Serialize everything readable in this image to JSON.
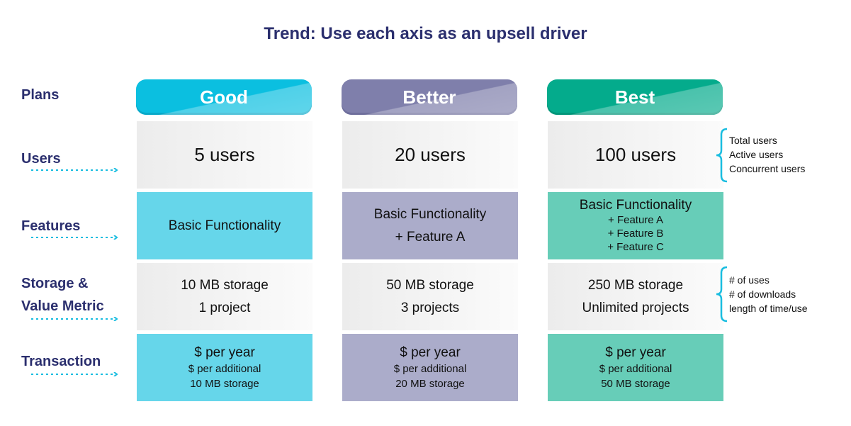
{
  "title": "Trend: Use each axis as an upsell driver",
  "row_labels": {
    "plans": "Plans",
    "users": "Users",
    "features": "Features",
    "storage_line1": "Storage &",
    "storage_line2": "Value Metric",
    "transaction": "Transaction"
  },
  "plans": [
    {
      "name": "Good",
      "color": "#0bbfe0",
      "users": "5 users",
      "features": [
        "Basic Functionality"
      ],
      "storage": [
        "10 MB storage",
        "1 project"
      ],
      "transaction": [
        "$ per year",
        "$ per additional",
        "10 MB storage"
      ]
    },
    {
      "name": "Better",
      "color": "#7f7fab",
      "users": "20 users",
      "features": [
        "Basic Functionality",
        "+ Feature A"
      ],
      "storage": [
        "50 MB storage",
        "3 projects"
      ],
      "transaction": [
        "$ per year",
        "$ per additional",
        "20 MB storage"
      ]
    },
    {
      "name": "Best",
      "color": "#04ab8c",
      "users": "100 users",
      "features": [
        "Basic Functionality",
        "+  Feature A",
        "+  Feature B",
        "+  Feature C"
      ],
      "storage": [
        "250 MB storage",
        "Unlimited projects"
      ],
      "transaction": [
        "$ per year",
        "$ per additional",
        "50 MB storage"
      ]
    }
  ],
  "notes": {
    "users": [
      "Total users",
      "Active users",
      "Concurrent users"
    ],
    "storage": [
      "# of uses",
      "# of downloads",
      "length of time/use"
    ]
  },
  "colors": {
    "title": "#2b2f6e",
    "arrow": "#19bde0",
    "brace": "#19bde0"
  }
}
